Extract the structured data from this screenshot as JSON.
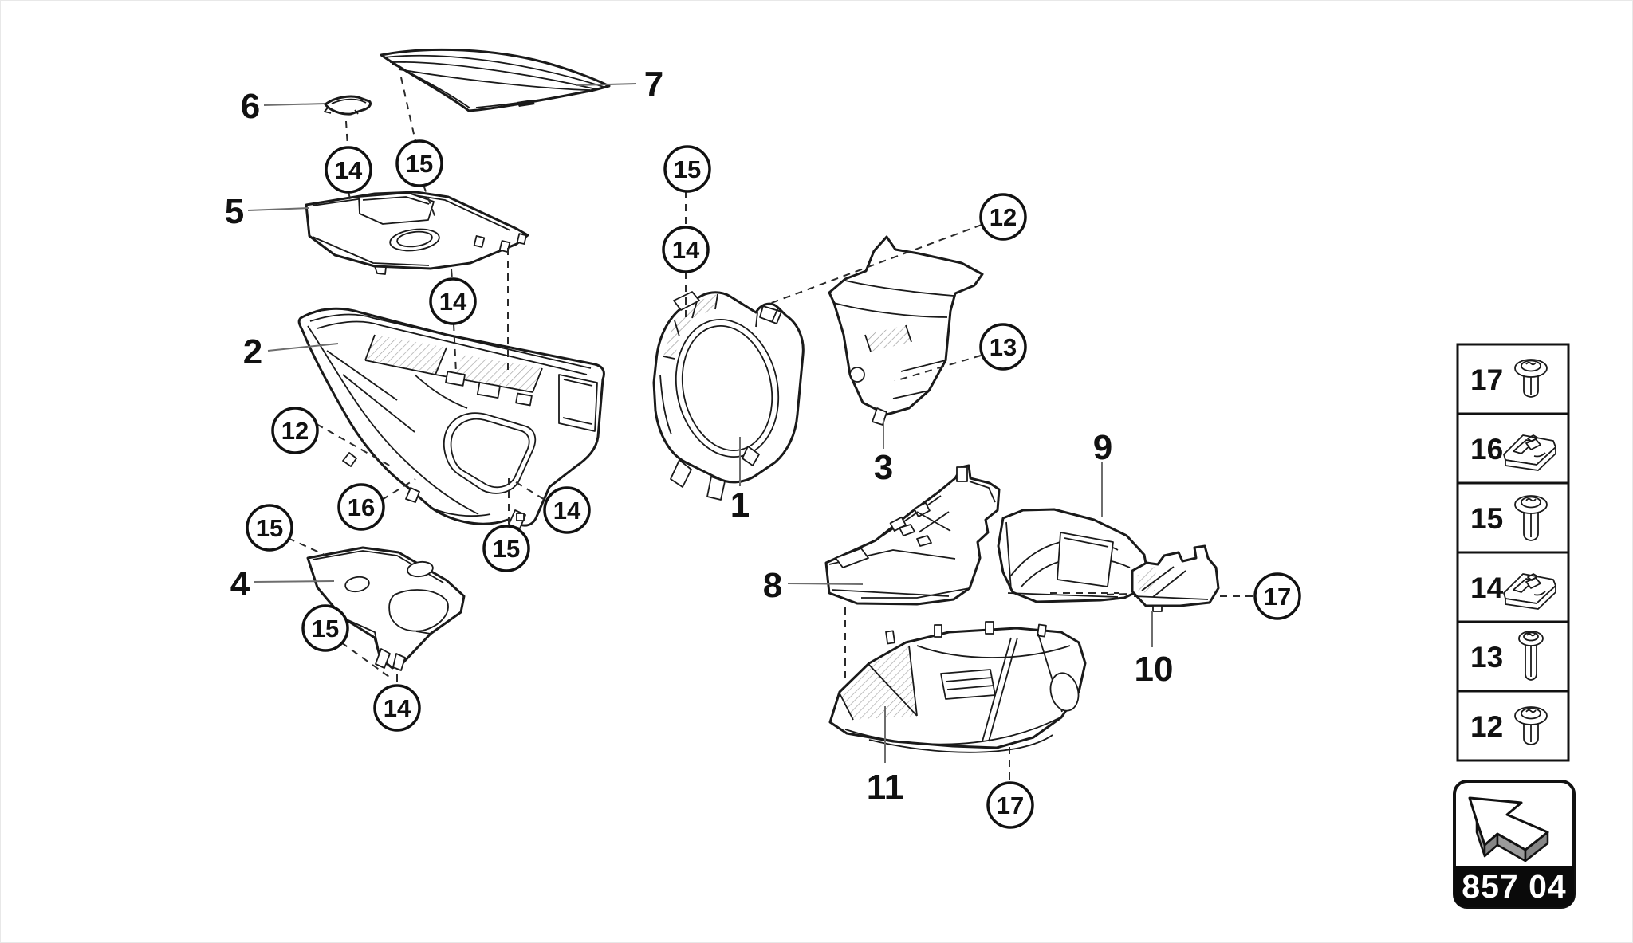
{
  "page": {
    "background_color": "#ffffff",
    "line_color": "#1a1a1a"
  },
  "diagram": {
    "title_hint": "instrument panel trim exploded view",
    "part_labels": [
      {
        "label": "6"
      },
      {
        "label": "7"
      },
      {
        "label": "5"
      },
      {
        "label": "2"
      },
      {
        "label": "4"
      },
      {
        "label": "1"
      },
      {
        "label": "3"
      },
      {
        "label": "8"
      },
      {
        "label": "9"
      },
      {
        "label": "10"
      },
      {
        "label": "11"
      }
    ],
    "callouts": [
      {
        "label": "14"
      },
      {
        "label": "15"
      },
      {
        "label": "14"
      },
      {
        "label": "12"
      },
      {
        "label": "16"
      },
      {
        "label": "15"
      },
      {
        "label": "15"
      },
      {
        "label": "14"
      },
      {
        "label": "15"
      },
      {
        "label": "14"
      },
      {
        "label": "15"
      },
      {
        "label": "14"
      },
      {
        "label": "12"
      },
      {
        "label": "13"
      },
      {
        "label": "17"
      },
      {
        "label": "17"
      }
    ]
  },
  "sidebar": {
    "items": [
      {
        "number": "17",
        "icon": "torx-screw-icon"
      },
      {
        "number": "16",
        "icon": "clip-nut-icon"
      },
      {
        "number": "15",
        "icon": "torx-screw-icon"
      },
      {
        "number": "14",
        "icon": "clip-nut-icon"
      },
      {
        "number": "13",
        "icon": "long-screw-icon"
      },
      {
        "number": "12",
        "icon": "torx-screw-icon"
      }
    ]
  },
  "badge": {
    "code": "857 04",
    "icon": "direction-arrow-icon"
  }
}
